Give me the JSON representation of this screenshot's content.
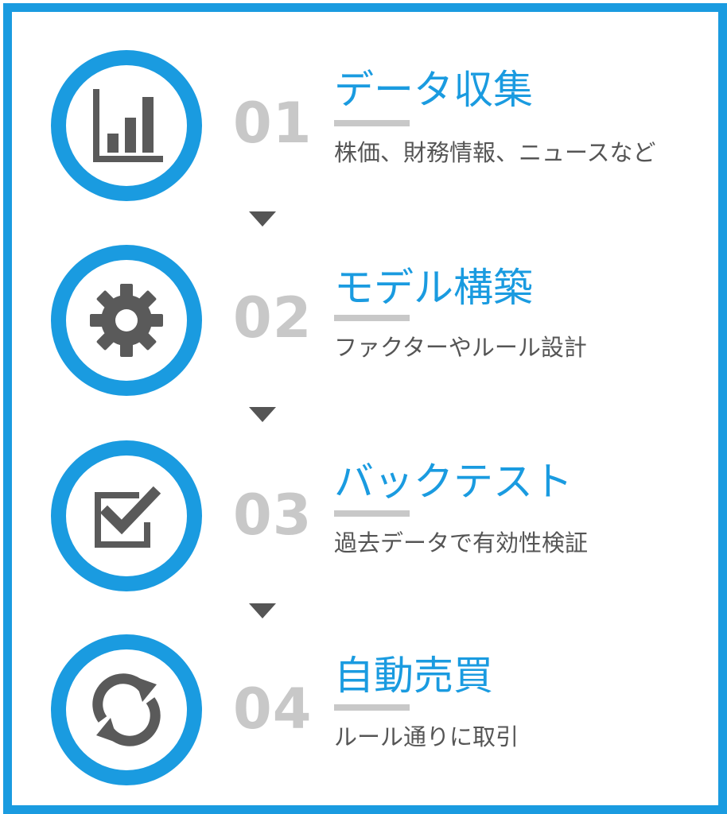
{
  "colors": {
    "accent": "#1a9be0",
    "number": "#c8c8c8",
    "icon": "#5a5a5a",
    "text": "#555555"
  },
  "steps": [
    {
      "number": "01",
      "title": "データ収集",
      "description": "株価、財務情報、ニュースなど",
      "icon": "bar-chart-icon"
    },
    {
      "number": "02",
      "title": "モデル構築",
      "description": "ファクターやルール設計",
      "icon": "gear-icon"
    },
    {
      "number": "03",
      "title": "バックテスト",
      "description": "過去データで有効性検証",
      "icon": "checkbox-icon"
    },
    {
      "number": "04",
      "title": "自動売買",
      "description": "ルール通りに取引",
      "icon": "refresh-icon"
    }
  ]
}
